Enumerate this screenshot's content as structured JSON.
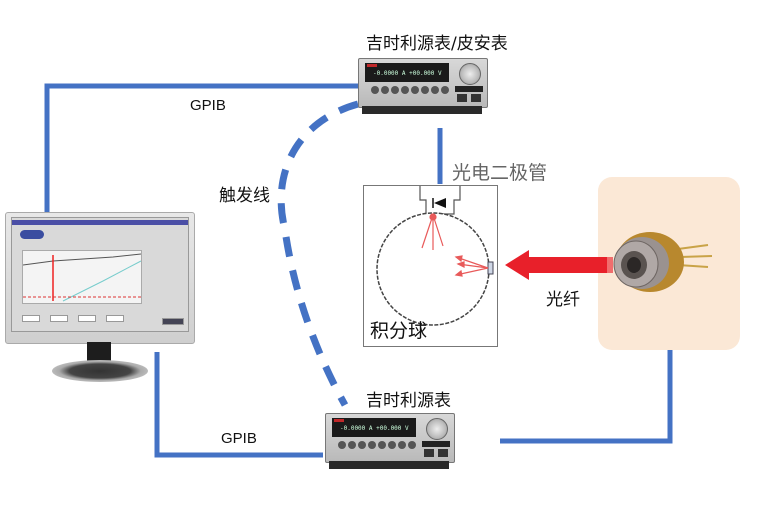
{
  "diagram": {
    "title": "",
    "nodes": {
      "computer": {
        "label": "",
        "icon": "monitor-icon"
      },
      "top_instrument": {
        "label": "吉时利源表/皮安表",
        "readout": "-0.0000 A +00.000 V"
      },
      "bottom_instrument": {
        "label": "吉时利源表",
        "readout": "-0.0000 A +00.000 V"
      },
      "photodiode": {
        "label": "光电二极管"
      },
      "integrating_sphere": {
        "label": "积分球"
      },
      "laser": {
        "label": "",
        "icon": "laser-diode-icon"
      }
    },
    "edges": {
      "gpib_top": {
        "label": "GPIB",
        "style": "solid"
      },
      "gpib_bottom": {
        "label": "GPIB",
        "style": "solid"
      },
      "trigger": {
        "label": "触发线",
        "style": "dashed"
      },
      "fiber": {
        "label": "光纤",
        "style": "arrow"
      },
      "photodiode_link": {
        "label": "",
        "style": "solid"
      },
      "laser_link": {
        "label": "",
        "style": "solid"
      }
    },
    "colors": {
      "connector": "#4472c4",
      "fiber_arrow": "#e8202a",
      "laser_panel_bg": "#fbe8d6",
      "ray": "#e85a5a"
    }
  }
}
